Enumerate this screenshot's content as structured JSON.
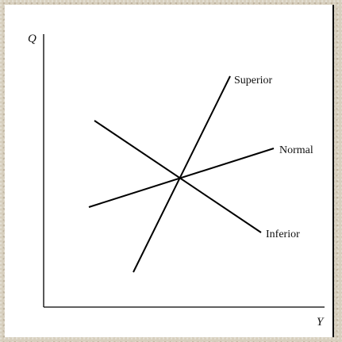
{
  "diagram": {
    "axes": {
      "y_label": "Q",
      "x_label": "Y"
    },
    "curves": [
      {
        "id": "superior",
        "label": "Superior"
      },
      {
        "id": "normal",
        "label": "Normal"
      },
      {
        "id": "inferior",
        "label": "Inferior"
      }
    ],
    "colors": {
      "line": "#000000",
      "background": "#ffffff",
      "border": "#d7cfbe"
    }
  }
}
